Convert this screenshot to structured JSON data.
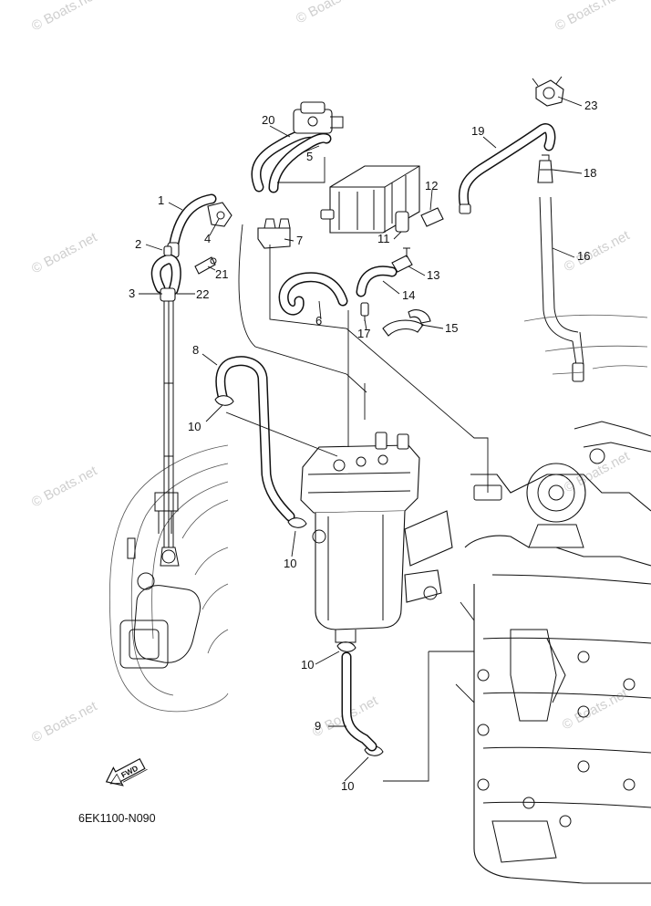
{
  "diagram": {
    "code": "6EK1100-N090",
    "fwd_label": "FWD",
    "watermark": "© Boats.net",
    "callouts": {
      "c1": "1",
      "c2": "2",
      "c3": "3",
      "c4": "4",
      "c5": "5",
      "c6": "6",
      "c7": "7",
      "c8": "8",
      "c9": "9",
      "c10a": "10",
      "c10b": "10",
      "c10c": "10",
      "c10d": "10",
      "c11": "11",
      "c12": "12",
      "c13": "13",
      "c14": "14",
      "c15": "15",
      "c16": "16",
      "c17": "17",
      "c18": "18",
      "c19": "19",
      "c20": "20",
      "c21": "21",
      "c22": "22",
      "c23": "23"
    }
  }
}
